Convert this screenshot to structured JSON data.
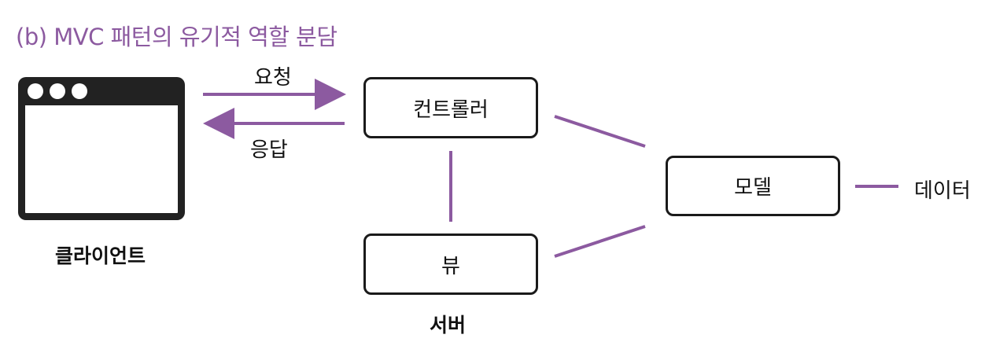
{
  "title": "(b) MVC 패턴의 유기적 역할 분담",
  "client": {
    "label": "클라이언트"
  },
  "arrows": {
    "request_label": "요청",
    "response_label": "응답"
  },
  "nodes": {
    "controller": "컨트롤러",
    "view": "뷰",
    "model": "모델",
    "data": "데이터"
  },
  "server": {
    "label": "서버"
  },
  "colors": {
    "accent": "#8c5aa0",
    "stroke": "#1a1a1a"
  }
}
